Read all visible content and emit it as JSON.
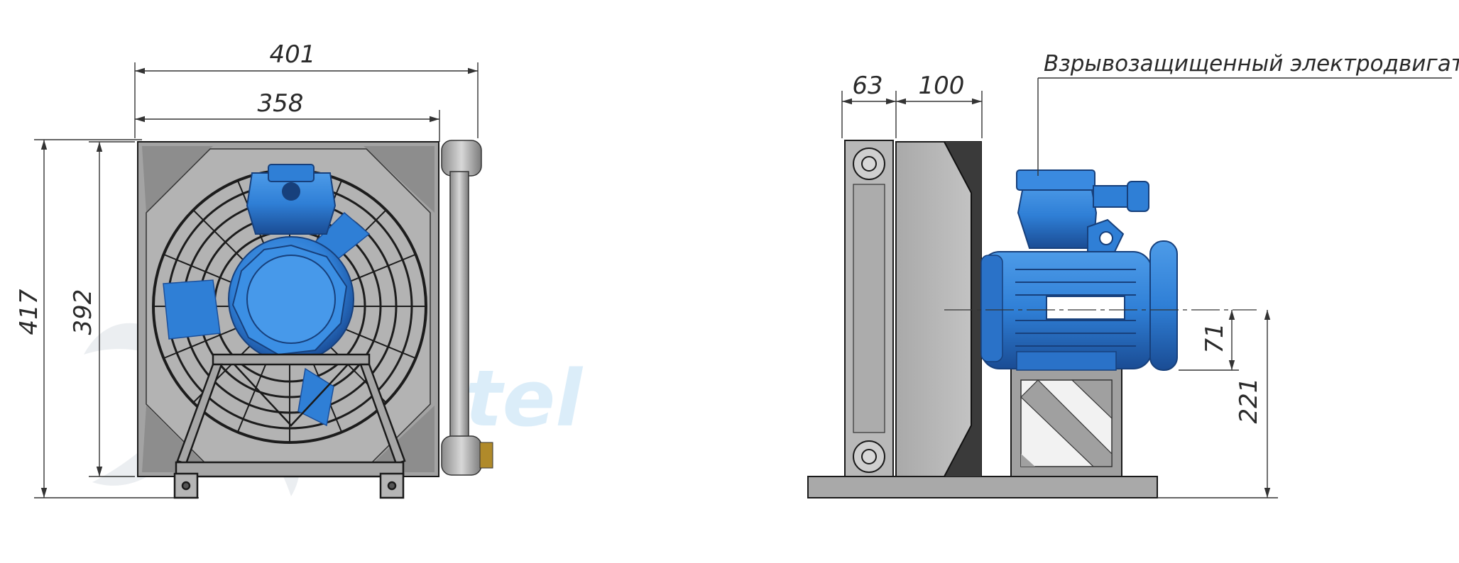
{
  "watermark": {
    "text": "tel"
  },
  "front_view": {
    "dim_overall_width": "401",
    "dim_core_width": "358",
    "dim_overall_height": "417",
    "dim_core_height": "392"
  },
  "side_view": {
    "dim_tank_width": "63",
    "dim_core_depth": "100",
    "dim_motor_axis_offset": "71",
    "dim_motor_axis_height": "221",
    "motor_callout": "Взрывозащищенный электродвигатель"
  },
  "colors": {
    "motor_blue": "#2f7fd6",
    "motor_blue_dark": "#1b4f9a",
    "frame_grey": "#a8a8a8",
    "core_grey": "#bdbdbd",
    "shadow_dark": "#3a3a3a"
  }
}
